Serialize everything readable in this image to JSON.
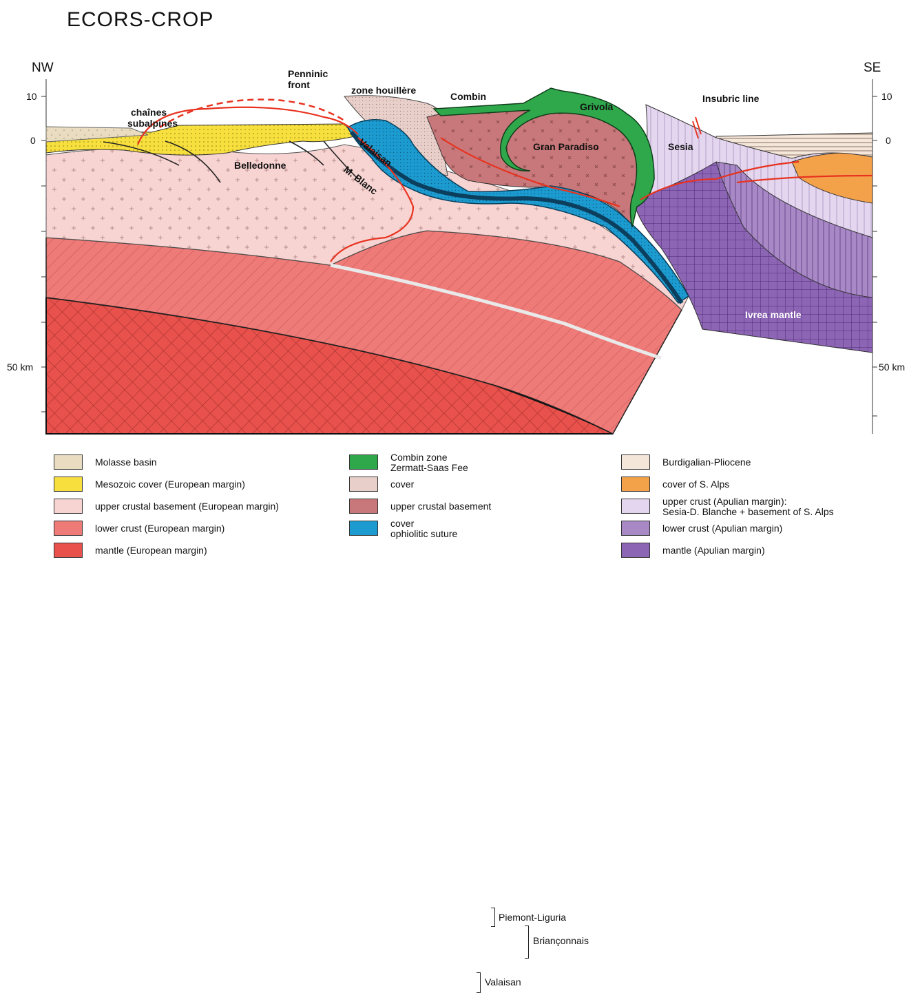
{
  "title": "ECORS-CROP",
  "section": {
    "left_direction": "NW",
    "right_direction": "SE",
    "axis": {
      "tick_10": "10",
      "tick_0": "0",
      "tick_50": "50 km"
    },
    "labels": {
      "chaines": "chaînes",
      "subalpines": "subalpines",
      "penninic": "Penninic",
      "front": "front",
      "zone_houillere": "zone houillère",
      "combin": "Combin",
      "grivola": "Grivola",
      "insubric": "Insubric line",
      "belledonne": "Belledonne",
      "valaisan": "Valaisan",
      "m_blanc": "M. Blanc",
      "gran_paradiso": "Gran Paradiso",
      "sesia": "Sesia",
      "ivrea": "Ivrea mantle"
    }
  },
  "legend": {
    "col1": [
      {
        "label": "Molasse basin",
        "color": "#e9dcc0"
      },
      {
        "label": "Mesozoic cover (European margin)",
        "color": "#f7df3e"
      },
      {
        "label": "upper crustal basement (European margin)",
        "color": "#f7d4d2"
      },
      {
        "label": "lower crust (European margin)",
        "color": "#ee7b78"
      },
      {
        "label": "mantle (European margin)",
        "color": "#e8514c"
      }
    ],
    "col2": [
      {
        "label": "Combin zone",
        "label2": "Zermatt-Saas Fee",
        "color": "#2ea84a"
      },
      {
        "label": "cover",
        "color": "#e8cfc9"
      },
      {
        "label": "upper crustal basement",
        "color": "#c8787a"
      },
      {
        "label": "cover",
        "label2": "ophiolitic suture",
        "color": "#1c9bd0"
      }
    ],
    "groups": {
      "piemont": "Piemont-Liguria",
      "brianconnais": "Briançonnais",
      "valaisan": "Valaisan"
    },
    "col3": [
      {
        "label": "Burdigalian-Pliocene",
        "color": "#f5e6da"
      },
      {
        "label": "cover of S. Alps",
        "color": "#f4a24a"
      },
      {
        "label": "upper crust (Apulian margin):",
        "label2": "Sesia-D. Blanche + basement of S. Alps",
        "color": "#e3d6ee"
      },
      {
        "label": "lower crust (Apulian margin)",
        "color": "#a889c6"
      },
      {
        "label": "mantle (Apulian margin)",
        "color": "#8d65b5"
      }
    ]
  }
}
